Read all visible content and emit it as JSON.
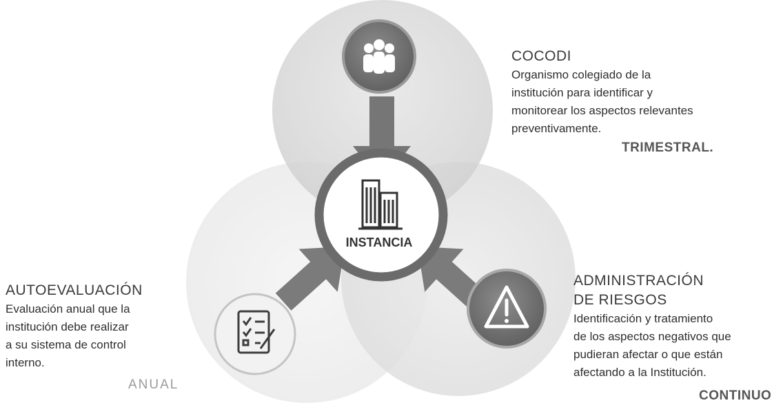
{
  "center": {
    "label": "INSTANCIA"
  },
  "cocodi": {
    "title": "COCODI",
    "description": [
      "Organismo colegiado de la",
      "institución para identificar y",
      "monitorear los aspectos relevantes",
      "preventivamente."
    ],
    "frequency": "TRIMESTRAL."
  },
  "autoevaluacion": {
    "title": "AUTOEVALUACIÓN",
    "description": [
      "Evaluación anual que la",
      "institución debe realizar",
      "a su sistema de control",
      "interno."
    ],
    "frequency": "ANUAL"
  },
  "riesgos": {
    "title": [
      "ADMINISTRACIÓN",
      "DE RIESGOS"
    ],
    "description": [
      "Identificación y tratamiento",
      "de los aspectos negativos que",
      "pudieran afectar o que están",
      "afectando a la Institución."
    ],
    "frequency": "CONTINUO"
  },
  "icons": {
    "top": "people-group-icon",
    "center": "buildings-icon",
    "bottom_left": "checklist-icon",
    "bottom_right": "warning-icon"
  }
}
